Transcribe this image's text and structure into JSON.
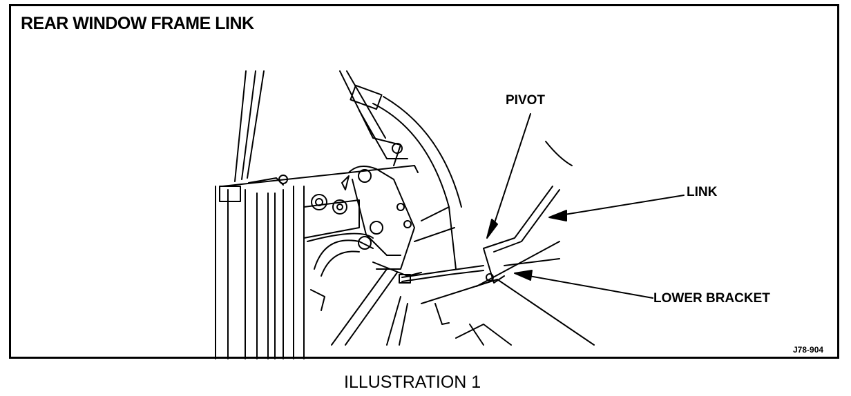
{
  "diagram": {
    "title": "REAR  WINDOW FRAME LINK",
    "labels": {
      "pivot": "PIVOT",
      "link": "LINK",
      "lower_bracket": "LOWER BRACKET"
    },
    "figure_code": "J78-904",
    "caption": "ILLUSTRATION 1"
  }
}
